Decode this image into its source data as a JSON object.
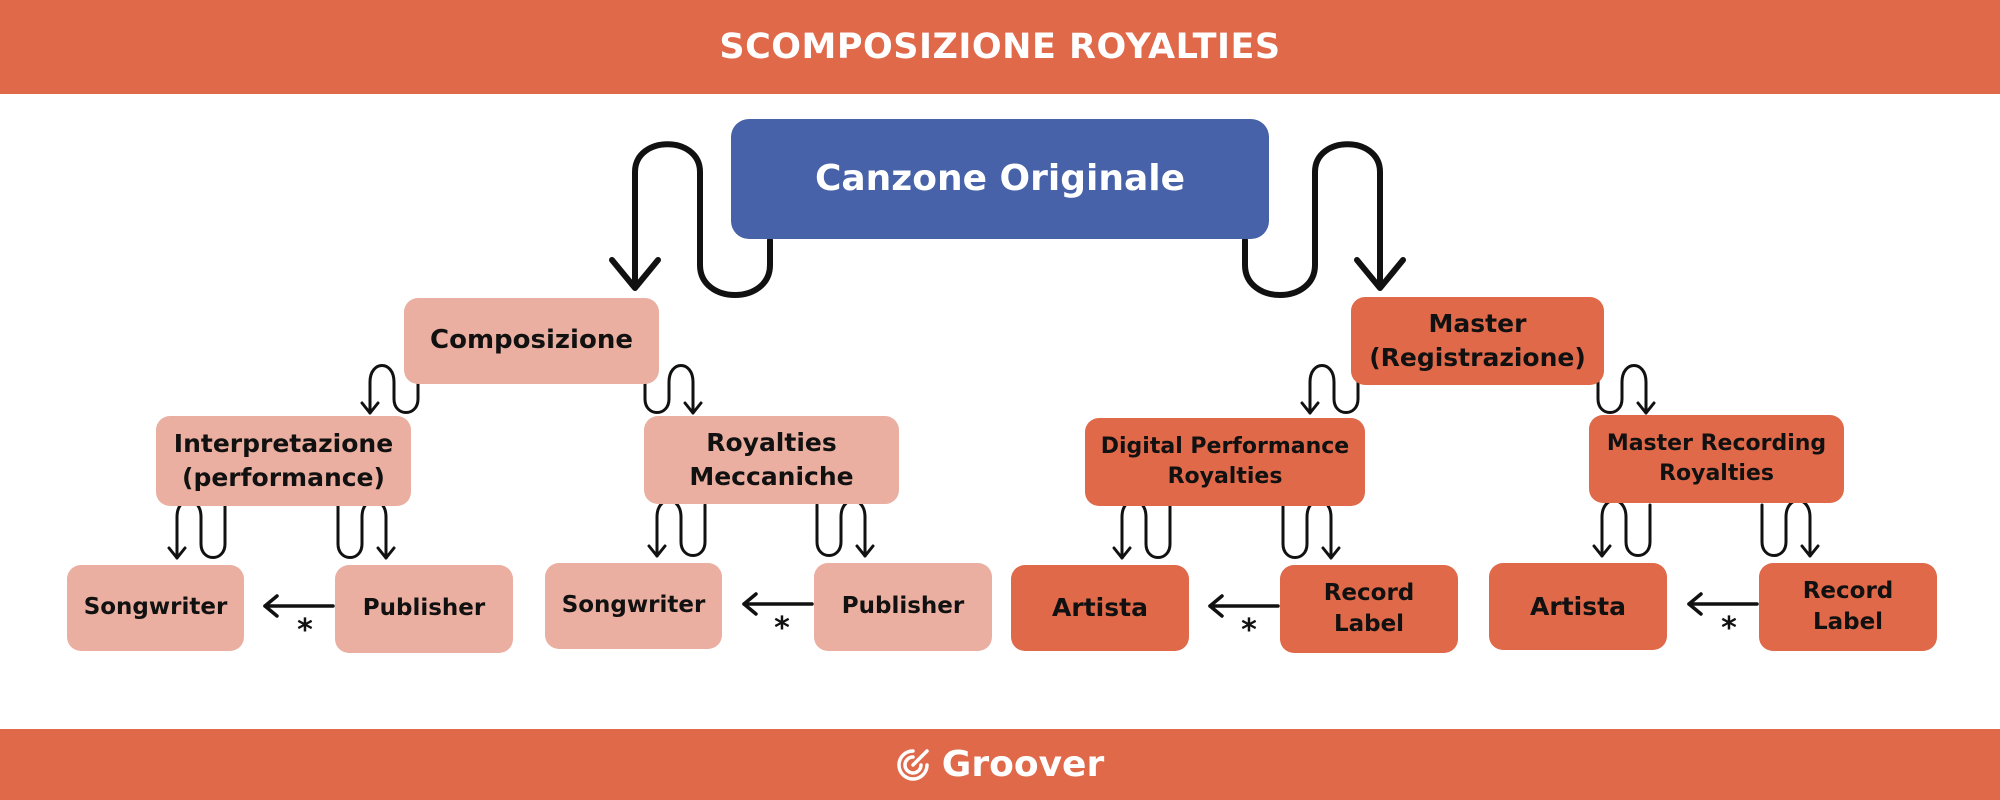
{
  "header": {
    "title": "SCOMPOSIZIONE ROYALTIES"
  },
  "footer": {
    "brand": "Groover"
  },
  "colors": {
    "band": "#E0694A",
    "root": "#4762A8",
    "composition_branch": "#EAAFA0",
    "master_branch": "#E0694A"
  },
  "diagram": {
    "root": "Canzone Originale",
    "left": {
      "label": "Composizione",
      "performance": {
        "label": "Interpretazione\n(performance)",
        "songwriter": "Songwriter",
        "publisher": "Publisher"
      },
      "mechanical": {
        "label": "Royalties\nMeccaniche",
        "songwriter": "Songwriter",
        "publisher": "Publisher"
      }
    },
    "right": {
      "label": "Master\n(Registrazione)",
      "digital": {
        "label": "Digital Performance\nRoyalties",
        "artist": "Artista",
        "label_company": "Record\nLabel"
      },
      "master_recording": {
        "label": "Master Recording\nRoyalties",
        "artist": "Artista",
        "label_company": "Record\nLabel"
      }
    },
    "asterisk": "*"
  }
}
